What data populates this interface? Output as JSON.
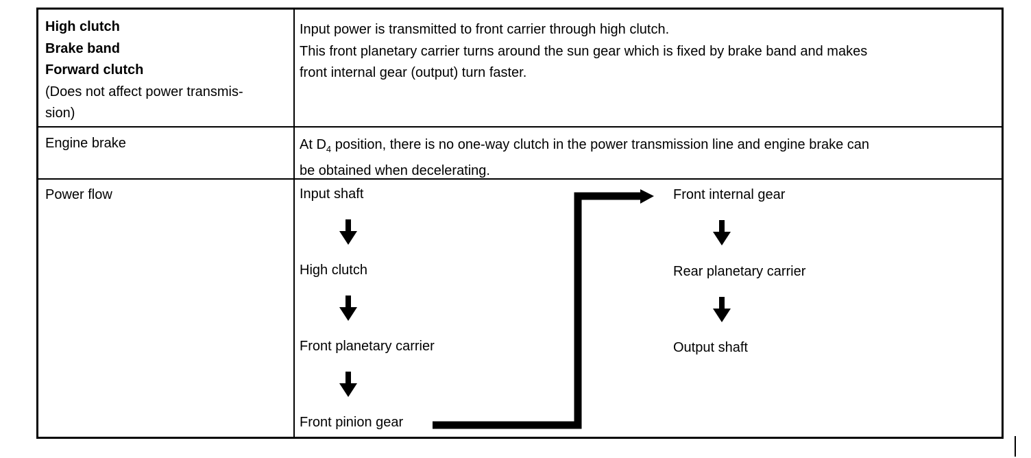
{
  "row1": {
    "left_bold": [
      "High clutch",
      "Brake band",
      "Forward clutch"
    ],
    "left_note": "(Does not affect power transmis-sion)",
    "left_note_lines": [
      "(Does not affect power transmis-",
      "sion)"
    ],
    "right_lines": [
      "Input power is transmitted to front carrier through high clutch.",
      "This front planetary carrier turns around the sun gear which is fixed by brake band and makes",
      "front internal gear (output) turn faster."
    ]
  },
  "row2": {
    "left": "Engine brake",
    "right_prefix": "At D",
    "right_subscript": "4",
    "right_rest": " position, there is no one-way clutch in the power transmission line and engine brake can",
    "right_line2": "be obtained when decelerating."
  },
  "row3": {
    "left": "Power flow",
    "flow_left": [
      "Input shaft",
      "High clutch",
      "Front planetary carrier",
      "Front pinion gear"
    ],
    "flow_right": [
      "Front internal gear",
      "Rear planetary carrier",
      "Output shaft"
    ]
  }
}
